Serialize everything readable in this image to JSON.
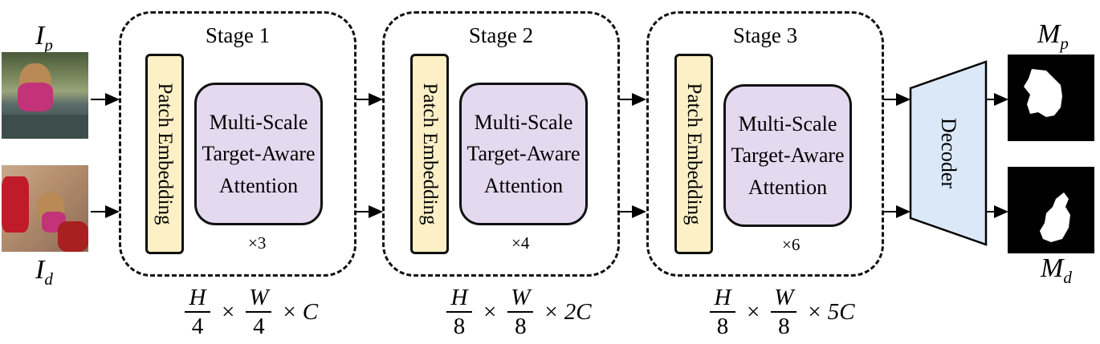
{
  "inputs": {
    "prompt_label": "I",
    "prompt_sub": "p",
    "data_label": "I",
    "data_sub": "d"
  },
  "stages": [
    {
      "title": "Stage 1",
      "patch": "Patch Embedding",
      "attention": [
        "Multi-Scale",
        "Target-Aware",
        "Attention"
      ],
      "repeat": "×3",
      "formula": {
        "num1": "H",
        "den1": "4",
        "num2": "W",
        "den2": "4",
        "times": "×",
        "channels": "C"
      }
    },
    {
      "title": "Stage 2",
      "patch": "Patch Embedding",
      "attention": [
        "Multi-Scale",
        "Target-Aware",
        "Attention"
      ],
      "repeat": "×4",
      "formula": {
        "num1": "H",
        "den1": "8",
        "num2": "W",
        "den2": "8",
        "times": "×",
        "channels": "2C"
      }
    },
    {
      "title": "Stage 3",
      "patch": "Patch Embedding",
      "attention": [
        "Multi-Scale",
        "Target-Aware",
        "Attention"
      ],
      "repeat": "×6",
      "formula": {
        "num1": "H",
        "den1": "8",
        "num2": "W",
        "den2": "8",
        "times": "×",
        "channels": "5C"
      }
    }
  ],
  "decoder": {
    "label": "Decoder",
    "fill": "#dbe8f7"
  },
  "outputs": {
    "prompt_mask_label": "M",
    "prompt_mask_sub": "p",
    "data_mask_label": "M",
    "data_mask_sub": "d"
  },
  "colors": {
    "patch_fill": "#fdf0c6",
    "attention_fill": "#e5d9ef",
    "decoder_fill": "#dbe8f7"
  }
}
